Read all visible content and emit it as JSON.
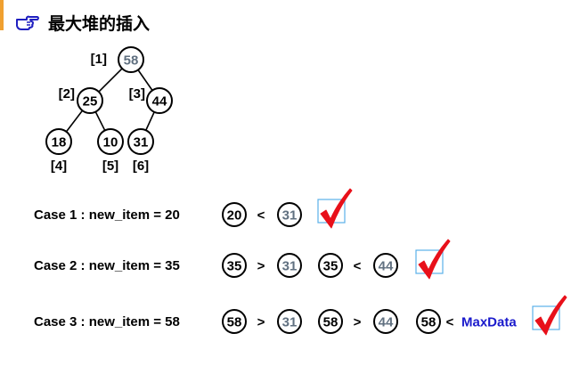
{
  "title": "最大堆的插入",
  "colors": {
    "accent_bar": "#f0a030",
    "icon_blue": "#2020c0",
    "gray_node": "#607080",
    "black_node": "#000000",
    "check_red": "#e8101a",
    "check_box": "#5ab0e8",
    "maxdata_blue": "#1a1acc"
  },
  "icons": {
    "title_icon": "pointing-hand-icon",
    "check_icon": "check-mark-icon"
  },
  "heap": {
    "nodes": [
      {
        "index_label": "[1]",
        "value": "58",
        "color": "gray"
      },
      {
        "index_label": "[2]",
        "value": "25",
        "color": "black"
      },
      {
        "index_label": "[3]",
        "value": "44",
        "color": "black"
      },
      {
        "index_label": "[4]",
        "value": "18",
        "color": "black"
      },
      {
        "index_label": "[5]",
        "value": "10",
        "color": "black"
      },
      {
        "index_label": "[6]",
        "value": "31",
        "color": "black"
      }
    ]
  },
  "cases": [
    {
      "label": "Case 1 :  new_item = 20",
      "tokens": [
        {
          "kind": "node",
          "value": "20",
          "color": "black"
        },
        {
          "kind": "op",
          "value": "<"
        },
        {
          "kind": "node",
          "value": "31",
          "color": "gray"
        },
        {
          "kind": "check"
        }
      ]
    },
    {
      "label": "Case 2 :  new_item = 35",
      "tokens": [
        {
          "kind": "node",
          "value": "35",
          "color": "black"
        },
        {
          "kind": "op",
          "value": ">"
        },
        {
          "kind": "node",
          "value": "31",
          "color": "gray"
        },
        {
          "kind": "node",
          "value": "35",
          "color": "black"
        },
        {
          "kind": "op",
          "value": "<"
        },
        {
          "kind": "node",
          "value": "44",
          "color": "gray"
        },
        {
          "kind": "check"
        }
      ]
    },
    {
      "label": "Case 3 :  new_item = 58",
      "tokens": [
        {
          "kind": "node",
          "value": "58",
          "color": "black"
        },
        {
          "kind": "op",
          "value": ">"
        },
        {
          "kind": "node",
          "value": "31",
          "color": "gray"
        },
        {
          "kind": "node",
          "value": "58",
          "color": "black"
        },
        {
          "kind": "op",
          "value": ">"
        },
        {
          "kind": "node",
          "value": "44",
          "color": "gray"
        },
        {
          "kind": "node",
          "value": "58",
          "color": "black"
        },
        {
          "kind": "op",
          "value": "<"
        },
        {
          "kind": "text",
          "value": "MaxData"
        },
        {
          "kind": "check"
        }
      ]
    }
  ]
}
